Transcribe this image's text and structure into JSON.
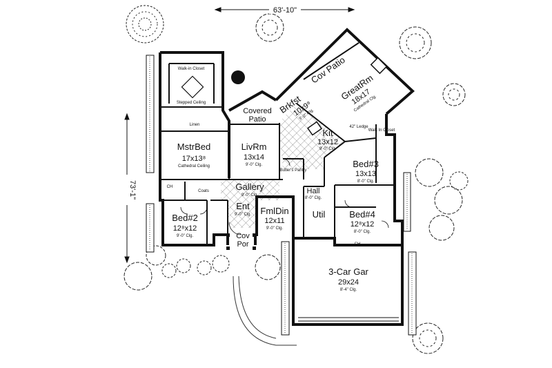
{
  "dimensions": {
    "width": "63'-10\"",
    "depth": "73'-1\""
  },
  "rooms": {
    "mstr_bed": {
      "name": "MstrBed",
      "size": "17x13⁸",
      "note": "Cathedral Ceiling"
    },
    "liv_rm": {
      "name": "LivRm",
      "size": "13x14",
      "note": "9'-0\" Clg."
    },
    "covered_patio": {
      "name": "Covered Patio"
    },
    "cov_patio": {
      "name": "Cov Patio"
    },
    "brkfst": {
      "name": "Brkfst",
      "size": "10x9⁸",
      "note": "9'-0\" Clg."
    },
    "great_rm": {
      "name": "GreatRm",
      "size": "18x17",
      "note": "Cathedral Clg."
    },
    "kit": {
      "name": "Kit",
      "size": "13x12",
      "note": "9'-0\" Clg."
    },
    "bed3": {
      "name": "Bed#3",
      "size": "13x13",
      "note": "8'-0\" Clg."
    },
    "bed4": {
      "name": "Bed#4",
      "size": "12⁸x12",
      "note": "8'-0\" Clg."
    },
    "bed2": {
      "name": "Bed#2",
      "size": "12⁸x12",
      "note": "9'-0\" Clg."
    },
    "gallery": {
      "name": "Gallery",
      "note": "9'-0\" Clg."
    },
    "ent": {
      "name": "Ent",
      "note": "9'-0\" Clg."
    },
    "fml_din": {
      "name": "FmlDin",
      "size": "12x11",
      "note": "9'-0\" Clg."
    },
    "cov_por": {
      "name": "Cov Por"
    },
    "util": {
      "name": "Util"
    },
    "hall": {
      "name": "Hall",
      "note": "8'-0\" Clg."
    },
    "garage": {
      "name": "3-Car Gar",
      "size": "29x24",
      "note": "8'-4\" Clg."
    }
  },
  "small_labels": {
    "walk_in_closet": "Walk-in Closet",
    "stepped_ceiling": "Stepped Ceiling",
    "linen": "Linen",
    "walk_in_closet_side": "Walk In Closet",
    "ledge": "42\" Ledge",
    "butlers_pantry": "Butler's Pantry",
    "coats": "Coats",
    "ch": "CH"
  }
}
